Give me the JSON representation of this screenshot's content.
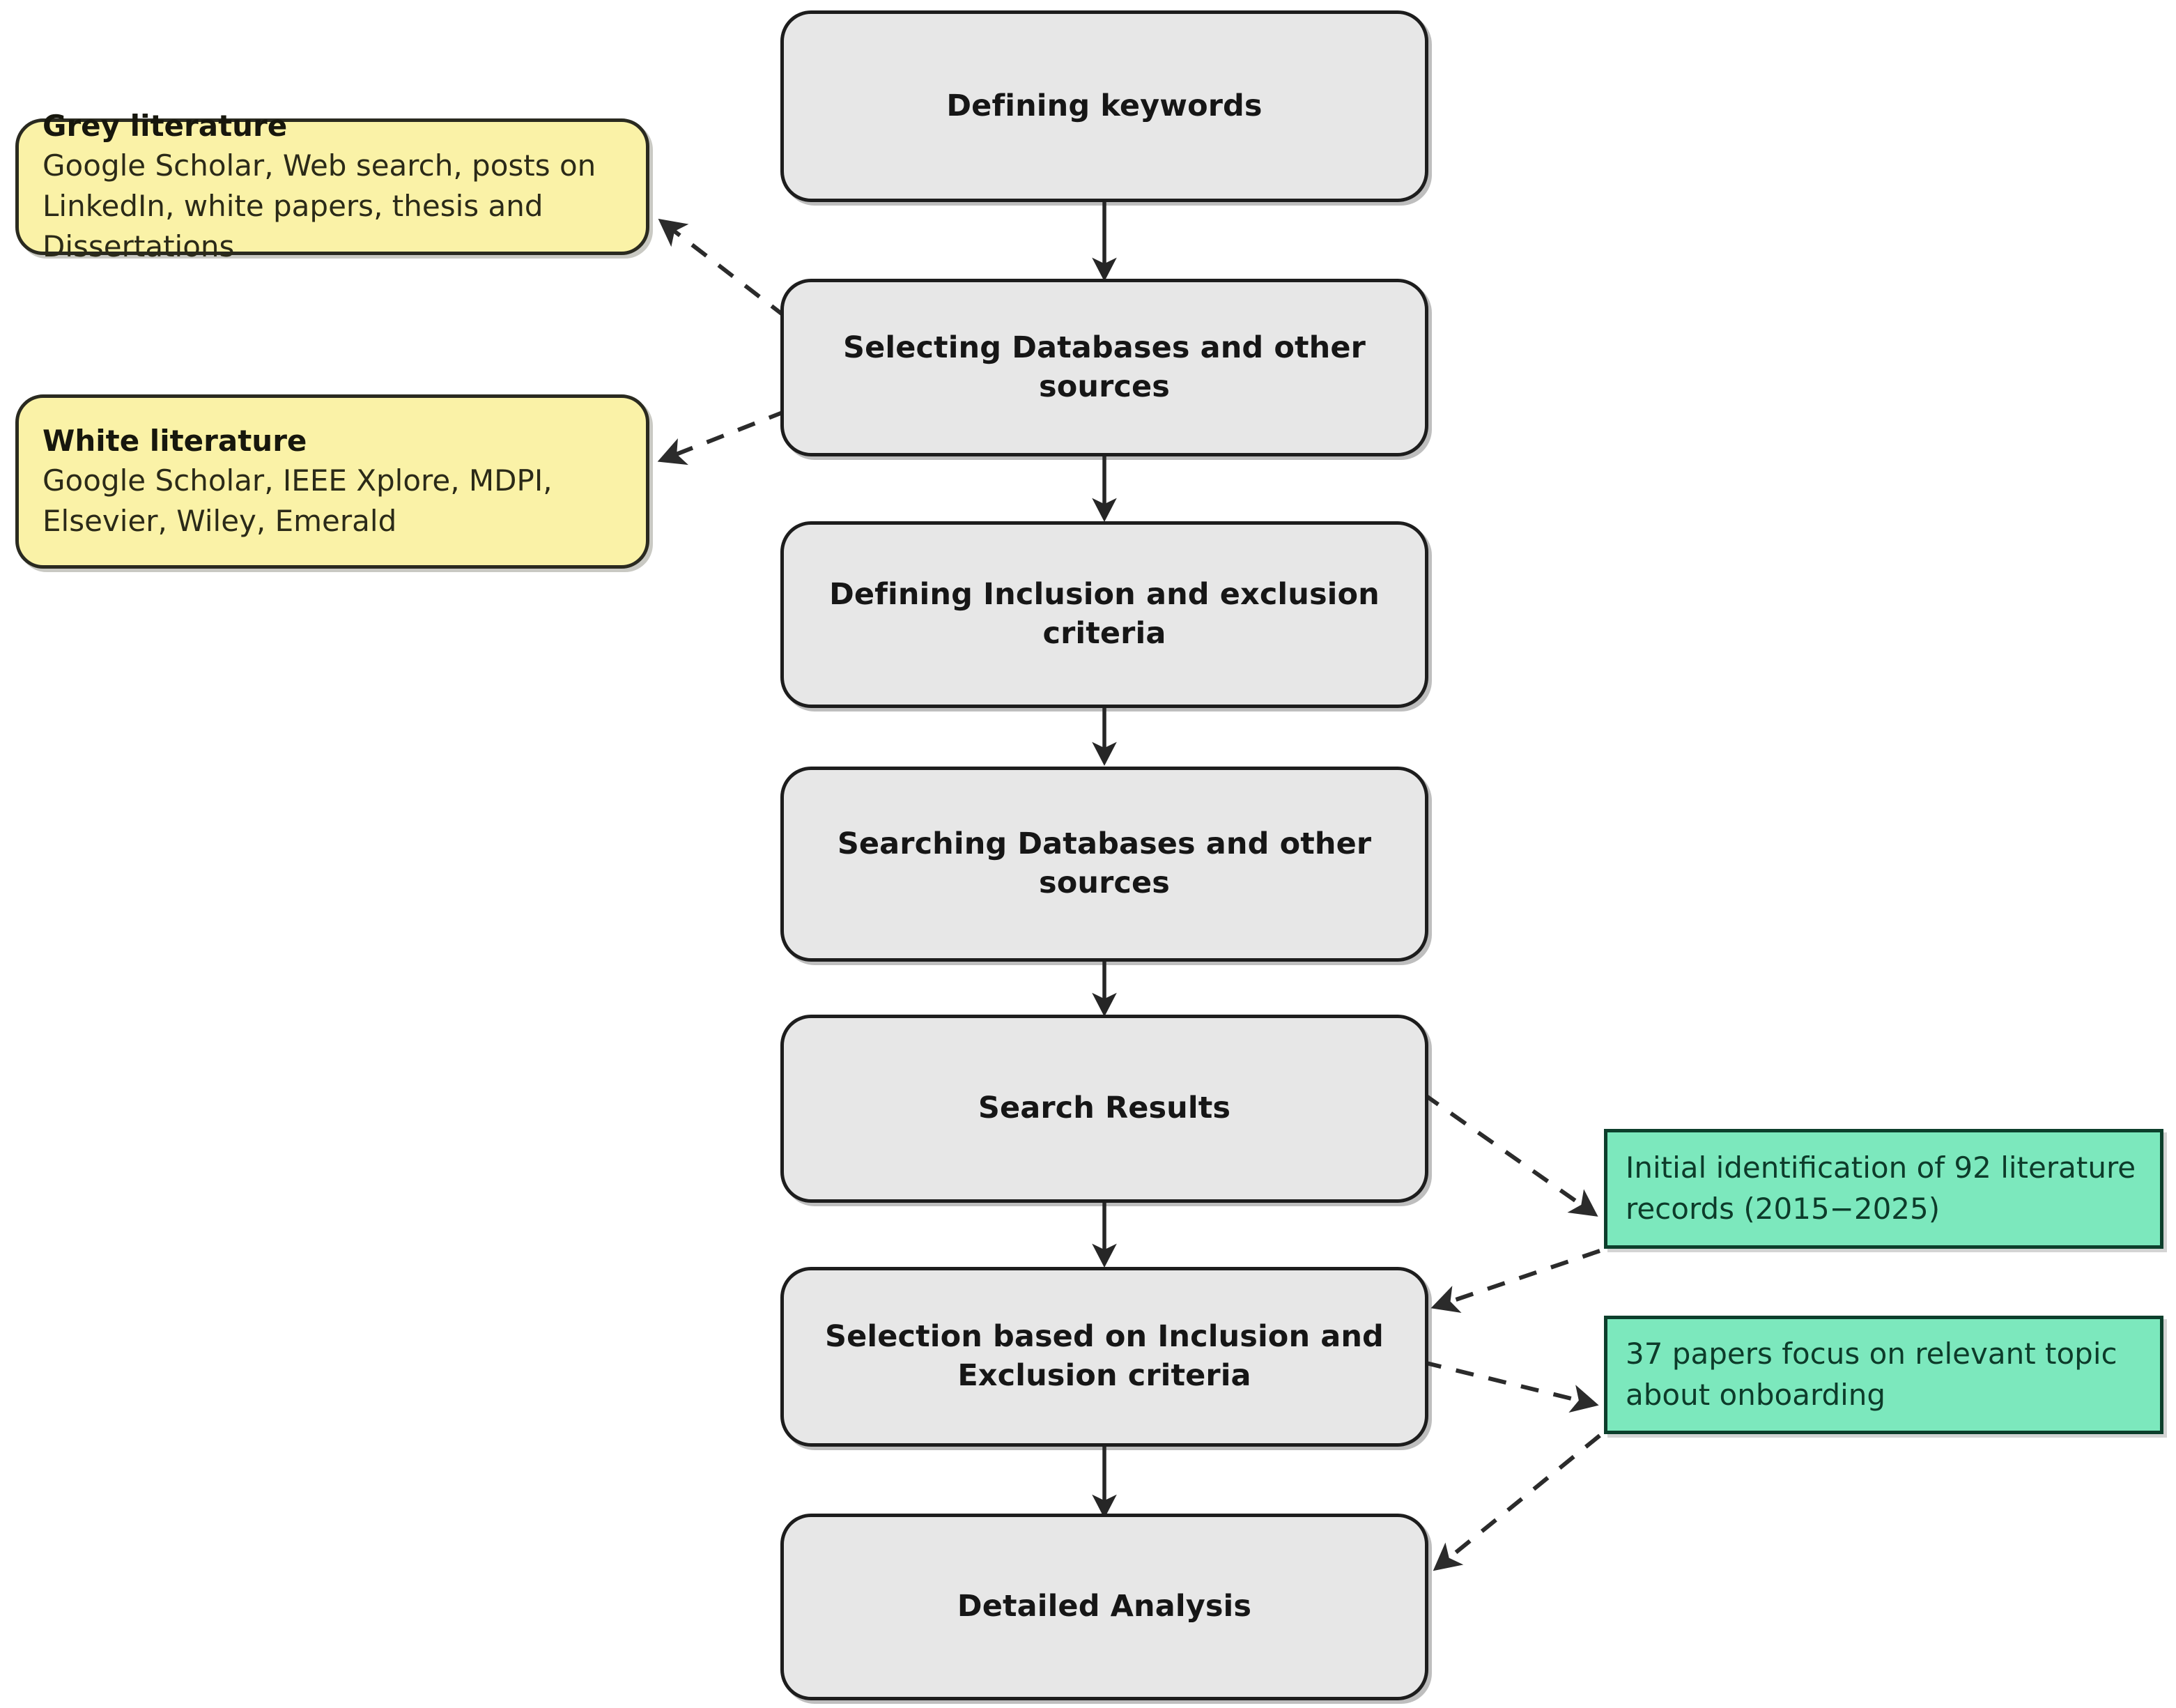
{
  "diagram": {
    "title": "Systematic literature review process flowchart",
    "colors": {
      "process_fill": "#e7e7e7",
      "process_stroke": "#1d1d1d",
      "note_fill": "#faf2a7",
      "note_stroke": "#2a2a20",
      "result_fill": "#7ce8bd",
      "result_stroke": "#0d3f2c",
      "edge_stroke": "#262626",
      "background": "#ffffff"
    },
    "process_steps": [
      {
        "id": "defining-keywords",
        "label": "Defining keywords"
      },
      {
        "id": "selecting-databases",
        "label": "Selecting Databases and other sources"
      },
      {
        "id": "defining-criteria",
        "label": "Defining Inclusion and exclusion criteria"
      },
      {
        "id": "searching-databases",
        "label": "Searching Databases and other sources"
      },
      {
        "id": "search-results",
        "label": "Search Results"
      },
      {
        "id": "selection-criteria",
        "label": "Selection based on Inclusion and Exclusion criteria"
      },
      {
        "id": "detailed-analysis",
        "label": "Detailed Analysis"
      }
    ],
    "notes": [
      {
        "id": "grey-literature",
        "title": "Grey literature",
        "body": "Google Scholar, Web search, posts on LinkedIn, white papers, thesis and Dissertations"
      },
      {
        "id": "white-literature",
        "title": "White literature",
        "body": "Google Scholar, IEEE Xplore, MDPI, Elsevier, Wiley, Emerald"
      }
    ],
    "results": [
      {
        "id": "initial-identification",
        "text": "Initial identification of 92 literature records (2015−2025)"
      },
      {
        "id": "relevant-papers",
        "text": "37 papers focus on relevant topic about onboarding"
      }
    ],
    "connections": [
      {
        "from": "defining-keywords",
        "to": "selecting-databases",
        "style": "solid"
      },
      {
        "from": "selecting-databases",
        "to": "defining-criteria",
        "style": "solid"
      },
      {
        "from": "defining-criteria",
        "to": "searching-databases",
        "style": "solid"
      },
      {
        "from": "searching-databases",
        "to": "search-results",
        "style": "solid"
      },
      {
        "from": "search-results",
        "to": "selection-criteria",
        "style": "solid"
      },
      {
        "from": "selection-criteria",
        "to": "detailed-analysis",
        "style": "solid"
      },
      {
        "from": "selecting-databases",
        "to": "grey-literature",
        "style": "dashed"
      },
      {
        "from": "selecting-databases",
        "to": "white-literature",
        "style": "dashed"
      },
      {
        "from": "search-results",
        "to": "initial-identification",
        "style": "dashed"
      },
      {
        "from": "initial-identification",
        "to": "selection-criteria",
        "style": "dashed"
      },
      {
        "from": "selection-criteria",
        "to": "relevant-papers",
        "style": "dashed"
      },
      {
        "from": "relevant-papers",
        "to": "detailed-analysis",
        "style": "dashed"
      }
    ]
  }
}
